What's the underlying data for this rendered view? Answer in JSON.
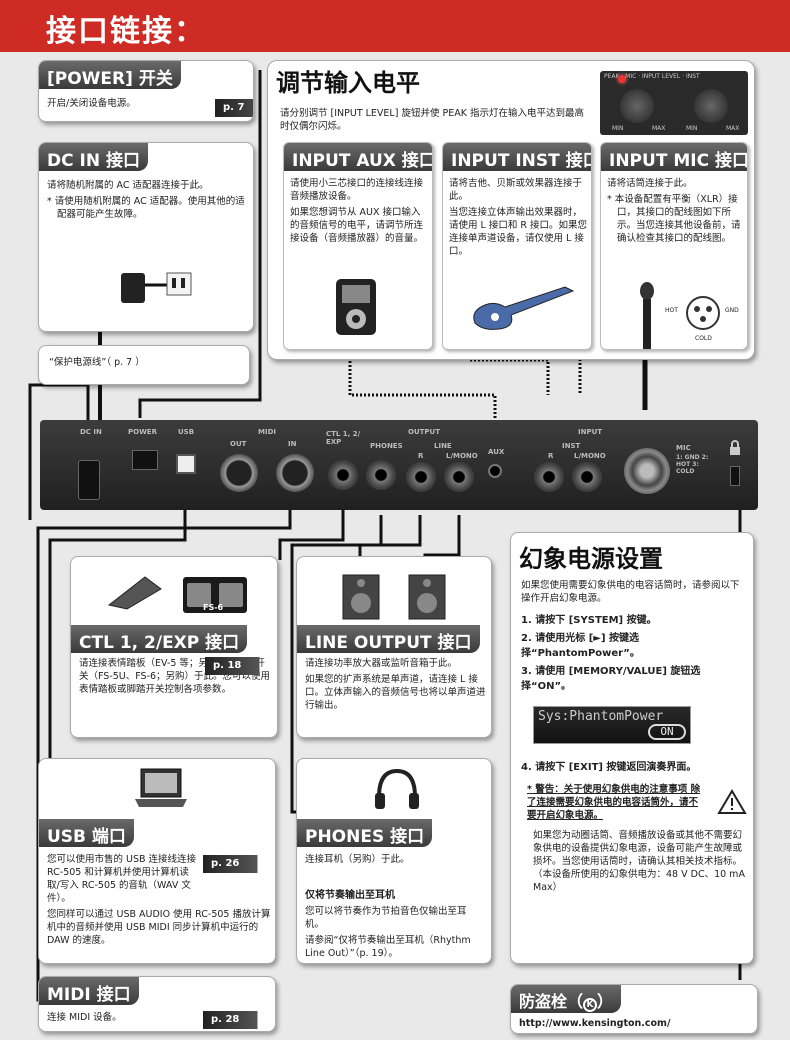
{
  "page": {
    "title": "接口链接："
  },
  "power": {
    "title": "[POWER] 开关",
    "desc": "开启/关闭设备电源。",
    "ref": "p. 7"
  },
  "dcin": {
    "title": "DC IN 接口",
    "desc": "请将随机附属的 AC 适配器连接于此。",
    "note": "* 请使用随机附属的 AC 适配器。使用其他的适配器可能产生故障。",
    "callout": "“保护电源线”（ p. 7 ）"
  },
  "input_level": {
    "title": "调节输入电平",
    "desc": "请分别调节 [INPUT LEVEL] 旋钮并使 PEAK 指示灯在输入电平达到最高时仅偶尔闪烁。",
    "knob_header": "PEAK · MIC · INPUT LEVEL · INST",
    "knob_min": "MIN",
    "knob_max": "MAX"
  },
  "input_aux": {
    "title": "INPUT AUX 接口",
    "p1": "请使用小三芯接口的连接线连接音频播放设备。",
    "p2": "如果您想调节从 AUX 接口输入的音频信号的电平，请调节所连接设备（音频播放器）的音量。"
  },
  "input_inst": {
    "title": "INPUT INST 接口",
    "p1": "请将吉他、贝斯或效果器连接于此。",
    "p2": "当您连接立体声输出效果器时，请使用 L 接口和 R 接口。如果您连接单声道设备，请仅使用 L 接口。"
  },
  "input_mic": {
    "title": "INPUT MIC 接口",
    "p1": "请将话筒连接于此。",
    "note": "* 本设备配置有平衡（XLR）接口，其接口的配线图如下所示。当您连接其他设备前，请确认检查其接口的配线图。",
    "xlr_hot": "HOT",
    "xlr_gnd": "GND",
    "xlr_cold": "COLD"
  },
  "device": {
    "dcin": "DC IN",
    "power": "POWER",
    "usb": "USB",
    "midi": "MIDI",
    "midi_out": "OUT",
    "midi_in": "IN",
    "ctl": "CTL 1, 2/ EXP",
    "phones": "PHONES",
    "output": "OUTPUT",
    "line": "LINE",
    "r": "R",
    "lmono": "L/MONO",
    "aux": "AUX",
    "input": "INPUT",
    "inst": "INST",
    "mic": "MIC",
    "mic_pins": "1: GND 2: HOT 3: COLD"
  },
  "ctl": {
    "title": "CTL 1, 2/EXP 接口",
    "desc": "请连接表情踏板（EV-5 等；另购）或脚踏开关（FS-5U、FS-6；另购）于此。您可以使用表情踏板或脚踏开关控制各项参数。",
    "ref": "p. 18",
    "pedal_label": "FS-6"
  },
  "line_output": {
    "title": "LINE OUTPUT 接口",
    "p1": "请连接功率放大器或监听音箱于此。",
    "p2": "如果您的扩声系统是单声道，请连接 L 接口。立体声输入的音频信号也将以单声道进行输出。"
  },
  "phantom": {
    "title": "幻象电源设置",
    "intro": "如果您使用需要幻象供电的电容话筒时，请参阅以下操作开启幻象电源。",
    "steps": [
      "请按下 [SYSTEM] 按键。",
      "请使用光标 [►] 按键选择“PhantomPower”。",
      "请使用 [MEMORY/VALUE] 旋钮选择“ON”。",
      "请按下 [EXIT] 按键返回演奏界面。"
    ],
    "lcd_text": "Sys:PhantomPower",
    "lcd_value": "ON",
    "warning": "* 警告：关于使用幻象供电的注意事项 除了连接需要幻象供电的电容话筒外，请不要开启幻象电源。",
    "warning_body": "如果您为动圈话筒、音频播放设备或其他不需要幻象供电的设备提供幻象电源，设备可能产生故障或损坏。当您使用话筒时，请确认其相关技术指标。（本设备所使用的幻象供电为：48 V DC、10 mA Max）"
  },
  "usb": {
    "title": "USB 端口",
    "p1": "您可以使用市售的 USB 连接线连接 RC-505 和计算机并使用计算机读取/写入 RC-505 的音轨（WAV 文件）。",
    "p2": "您同样可以通过 USB AUDIO 使用 RC-505 播放计算机中的音频并使用 USB MIDI 同步计算机中运行的 DAW 的速度。",
    "ref": "p. 26"
  },
  "phones": {
    "title": "PHONES 接口",
    "desc": "连接耳机（另购）于此。",
    "subtitle": "仅将节奏输出至耳机",
    "p1": "您可以将节奏作为节拍音色仅输出至耳机。",
    "p2": "请参阅“仅将节奏输出至耳机（Rhythm Line Out）”（p. 19）。"
  },
  "midi": {
    "title": "MIDI 接口",
    "desc": "连接 MIDI 设备。",
    "ref": "p. 28"
  },
  "kensington": {
    "title": "防盗栓（",
    "title_end": "）",
    "url": "http://www.kensington.com/"
  },
  "colors": {
    "banner": "#cf2b25",
    "header_gray": "#4a4a4a",
    "background": "#e9e9e9"
  }
}
